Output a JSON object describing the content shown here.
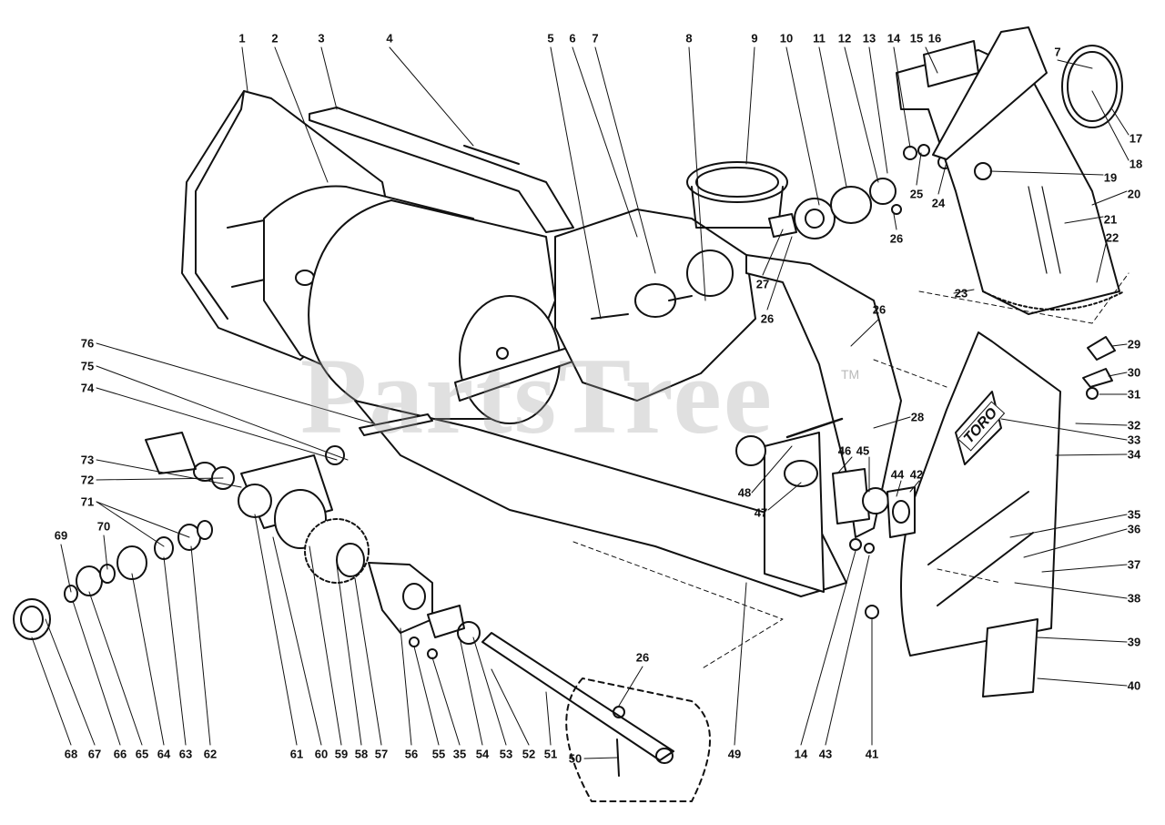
{
  "watermark": {
    "text": "PartsTree",
    "mark": "TM"
  },
  "housing_logo": "TORO",
  "callouts": [
    "1",
    "2",
    "3",
    "4",
    "5",
    "6",
    "7",
    "8",
    "9",
    "10",
    "11",
    "12",
    "13",
    "14",
    "15",
    "16",
    "7",
    "17",
    "18",
    "19",
    "20",
    "21",
    "22",
    "23",
    "24",
    "25",
    "26",
    "26",
    "26",
    "27",
    "28",
    "29",
    "30",
    "31",
    "32",
    "33",
    "34",
    "35",
    "36",
    "37",
    "38",
    "39",
    "40",
    "76",
    "75",
    "74",
    "73",
    "72",
    "71",
    "70",
    "69",
    "68",
    "67",
    "66",
    "65",
    "64",
    "63",
    "62",
    "61",
    "60",
    "59",
    "58",
    "57",
    "56",
    "55",
    "35",
    "54",
    "53",
    "52",
    "51",
    "50",
    "26",
    "49",
    "14",
    "43",
    "41",
    "48",
    "47",
    "46",
    "45",
    "44",
    "42"
  ]
}
